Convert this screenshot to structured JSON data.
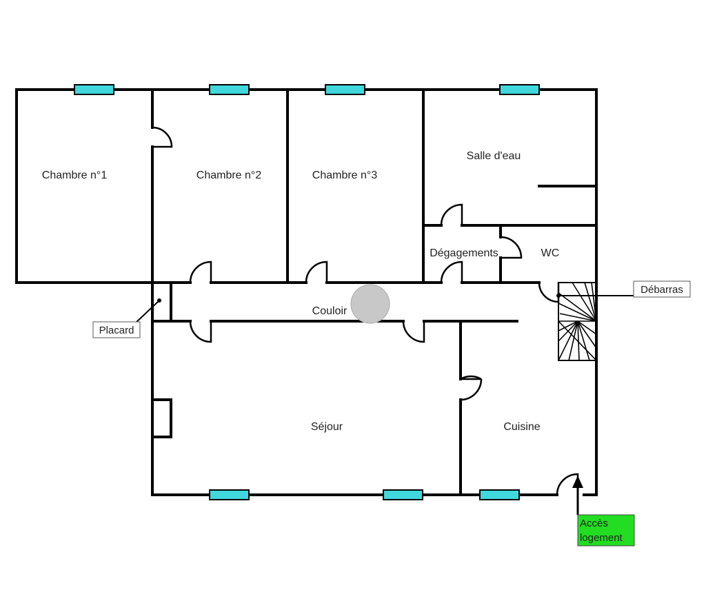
{
  "rooms": {
    "chambre1": "Chambre n°1",
    "chambre2": "Chambre n°2",
    "chambre3": "Chambre n°3",
    "salle_eau": "Salle d'eau",
    "degagements": "Dégagements",
    "wc": "WC",
    "couloir": "Couloir",
    "sejour": "Séjour",
    "cuisine": "Cuisine"
  },
  "callouts": {
    "placard": "Placard",
    "debarras": "Débarras",
    "acces_line1": "Accès",
    "acces_line2": "logement"
  },
  "colors": {
    "window": "#40d8dc",
    "access_box": "#22dd22",
    "marker": "#c8c8c8",
    "wall": "#000000"
  }
}
